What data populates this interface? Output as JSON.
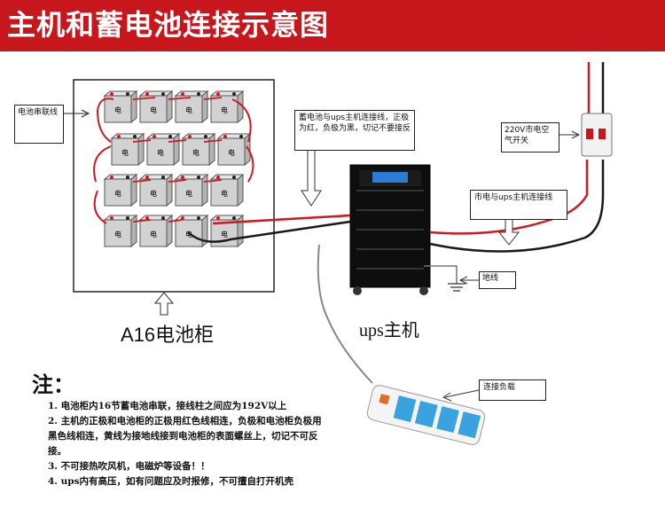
{
  "header": {
    "title": "主机和蓄电池连接示意图",
    "color": "#c8161d"
  },
  "cabinet": {
    "label": "A16电池柜",
    "battery_count": 16,
    "battery_mark": "电"
  },
  "ups": {
    "label": "ups主机"
  },
  "callouts": {
    "series_wire": "电池串联线",
    "battery_ups_wire": "蓄电池与ups主机连接线，正极为红，负极为黑，切记不要接反",
    "breaker": "220V市电空气开关",
    "mains_ups_wire": "市电与ups主机连接线",
    "ground": "地线",
    "load": "连接负载"
  },
  "notes": {
    "title": "注：",
    "items": [
      "1. 电池柜内16节蓄电池串联，接线柱之间应为192V以上",
      "2. 主机的正极和电池柜的正极用红色线相连，负极和电池柜负极用黑色线相连，黄线为接地线接到电池柜的表面螺丝上，切记不可反接。",
      "3. 不可接热吹风机，电磁炉等设备！！",
      "4. ups内有高压，如有问题应及时报修，不可擅自打开机壳"
    ]
  },
  "colors": {
    "positive_wire": "#d0191f",
    "negative_wire": "#1a1a1a",
    "ground_wire": "#777777",
    "socket": "#3aa3df"
  }
}
